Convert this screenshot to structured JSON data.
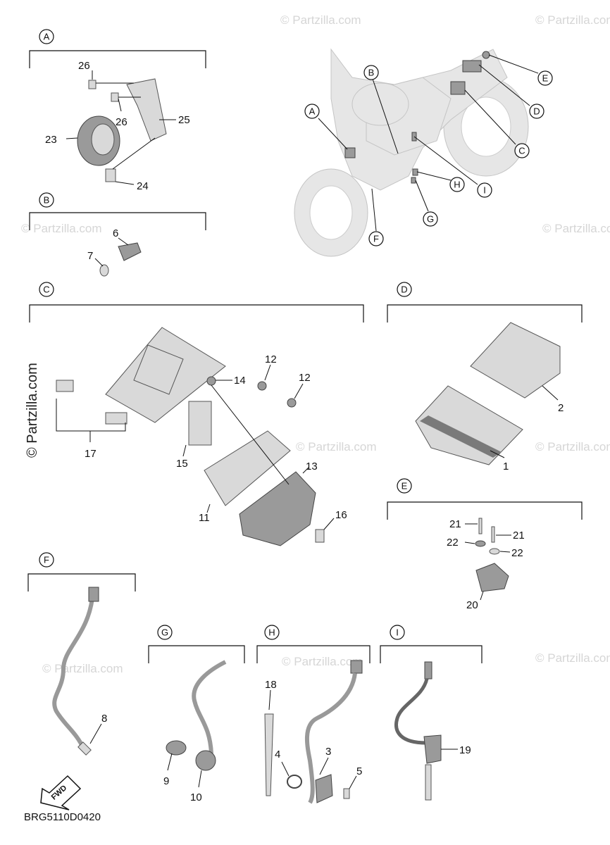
{
  "diagram": {
    "code": "BRG5110D0420",
    "fwd_label": "FWD",
    "watermark": "© Partzilla.com",
    "side_watermark": "© Partzilla.com",
    "sections": [
      "A",
      "B",
      "C",
      "D",
      "E",
      "F",
      "G",
      "H",
      "I"
    ],
    "bike_callouts": [
      "A",
      "B",
      "C",
      "D",
      "E",
      "F",
      "G",
      "H",
      "I"
    ],
    "parts": [
      "1",
      "2",
      "3",
      "4",
      "5",
      "6",
      "7",
      "8",
      "9",
      "10",
      "11",
      "12",
      "13",
      "14",
      "15",
      "16",
      "17",
      "18",
      "19",
      "20",
      "21",
      "22",
      "23",
      "24",
      "25",
      "26"
    ],
    "extra_labels": {
      "twelve_b": "12",
      "twentysix_b": "26",
      "twentyone_b": "21",
      "twentytwo_b": "22"
    }
  }
}
